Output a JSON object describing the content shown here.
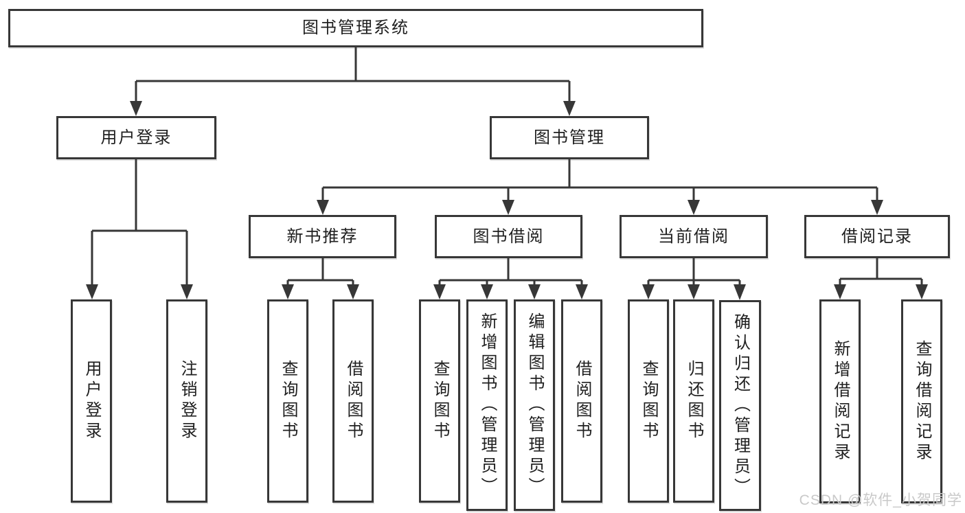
{
  "diagram": {
    "root": {
      "label": "图书管理系统"
    },
    "branches": [
      {
        "label": "用户登录",
        "leaves": [
          {
            "label": "用户登录"
          },
          {
            "label": "注销登录"
          }
        ]
      },
      {
        "label": "图书管理",
        "groups": [
          {
            "label": "新书推荐",
            "leaves": [
              {
                "label": "查询图书"
              },
              {
                "label": "借阅图书"
              }
            ]
          },
          {
            "label": "图书借阅",
            "leaves": [
              {
                "label": "查询图书"
              },
              {
                "label": "新增图书（管理员）"
              },
              {
                "label": "编辑图书（管理员）"
              },
              {
                "label": "借阅图书"
              }
            ]
          },
          {
            "label": "当前借阅",
            "leaves": [
              {
                "label": "查询图书"
              },
              {
                "label": "归还图书"
              },
              {
                "label": "确认归还（管理员）"
              }
            ]
          },
          {
            "label": "借阅记录",
            "leaves": [
              {
                "label": "新增借阅记录"
              },
              {
                "label": "查询借阅记录"
              }
            ]
          }
        ]
      }
    ]
  },
  "watermark": {
    "text": "CSDN @软件_小贺同学"
  },
  "colors": {
    "line": "#373737",
    "text": "#1f1f1f",
    "watermark_text": "#c9c9c9",
    "background": "#ffffff"
  }
}
